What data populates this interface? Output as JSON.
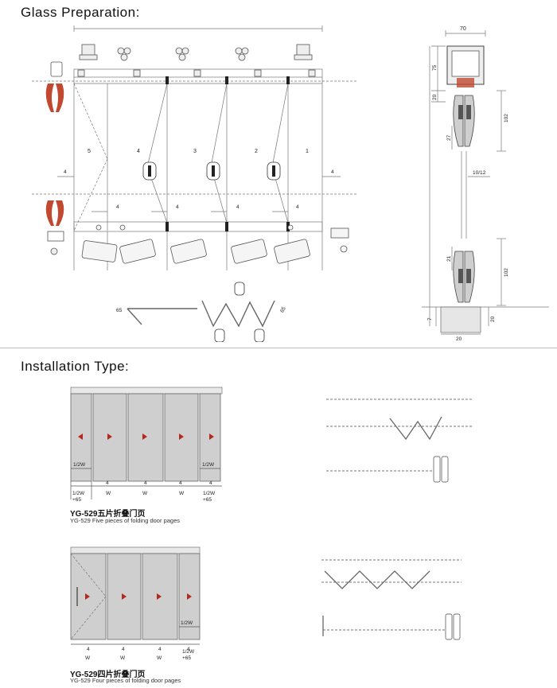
{
  "sections": {
    "glass_preparation": "Glass Preparation:",
    "installation_type": "Installation Type:"
  },
  "glass_prep": {
    "panel_numbers": [
      "5",
      "4",
      "3",
      "2",
      "1"
    ],
    "gap_label": "4"
  },
  "angles": {
    "left": "65",
    "right": "65"
  },
  "profile": {
    "width_top": "70",
    "dim_75": "75",
    "dim_20_top": "20",
    "dim_102_top": "102",
    "dim_27": "27",
    "dim_10_12": "10/12",
    "dim_21": "21",
    "dim_102_bottom": "102",
    "dim_7": "7",
    "dim_20_bottom": "20",
    "dim_20_right": "20"
  },
  "install": {
    "label_half_w": "1/2W",
    "label_half_w_plus": [
      "1/2W",
      "+65"
    ],
    "label_4": "4",
    "label_w": "W"
  },
  "five_door": {
    "title_cn": "YG-529五片折叠门页",
    "title_en": "YG-529 Five pieces of folding door pages"
  },
  "four_door": {
    "title_cn": "YG-529四片折叠门页",
    "title_en": "YG-529 Four pieces of folding door pages"
  },
  "colors": {
    "arrow": "#b5281e",
    "glass": "#cfcfcf",
    "line": "#666666"
  }
}
